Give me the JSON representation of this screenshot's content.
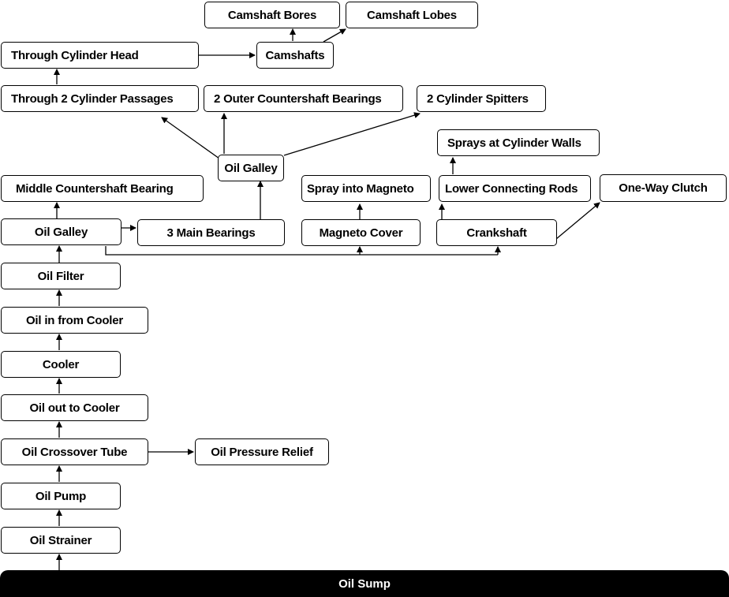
{
  "sump": "Oil Sump",
  "nodes": {
    "oil_strainer": "Oil Strainer",
    "oil_pump": "Oil Pump",
    "oil_crossover_tube": "Oil Crossover Tube",
    "oil_pressure_relief": "Oil Pressure Relief",
    "oil_out_to_cooler": "Oil out to Cooler",
    "cooler": "Cooler",
    "oil_in_from_cooler": "Oil in from Cooler",
    "oil_filter": "Oil Filter",
    "oil_galley_lower": "Oil Galley",
    "middle_countershaft_bearing": "Middle Countershaft Bearing",
    "main_bearings": "3 Main Bearings",
    "oil_galley_upper": "Oil Galley",
    "through_2_cylinder_passages": "Through 2 Cylinder Passages",
    "outer_countershaft_bearings": "2 Outer Countershaft Bearings",
    "cylinder_spitters": "2 Cylinder Spitters",
    "through_cylinder_head": "Through Cylinder Head",
    "camshafts": "Camshafts",
    "camshaft_bores": "Camshaft Bores",
    "camshaft_lobes": "Camshaft Lobes",
    "magneto_cover": "Magneto Cover",
    "spray_into_magneto": "Spray into Magneto",
    "crankshaft": "Crankshaft",
    "lower_connecting_rods": "Lower Connecting Rods",
    "sprays_at_cylinder_walls": "Sprays at Cylinder Walls",
    "one_way_clutch": "One-Way Clutch"
  }
}
